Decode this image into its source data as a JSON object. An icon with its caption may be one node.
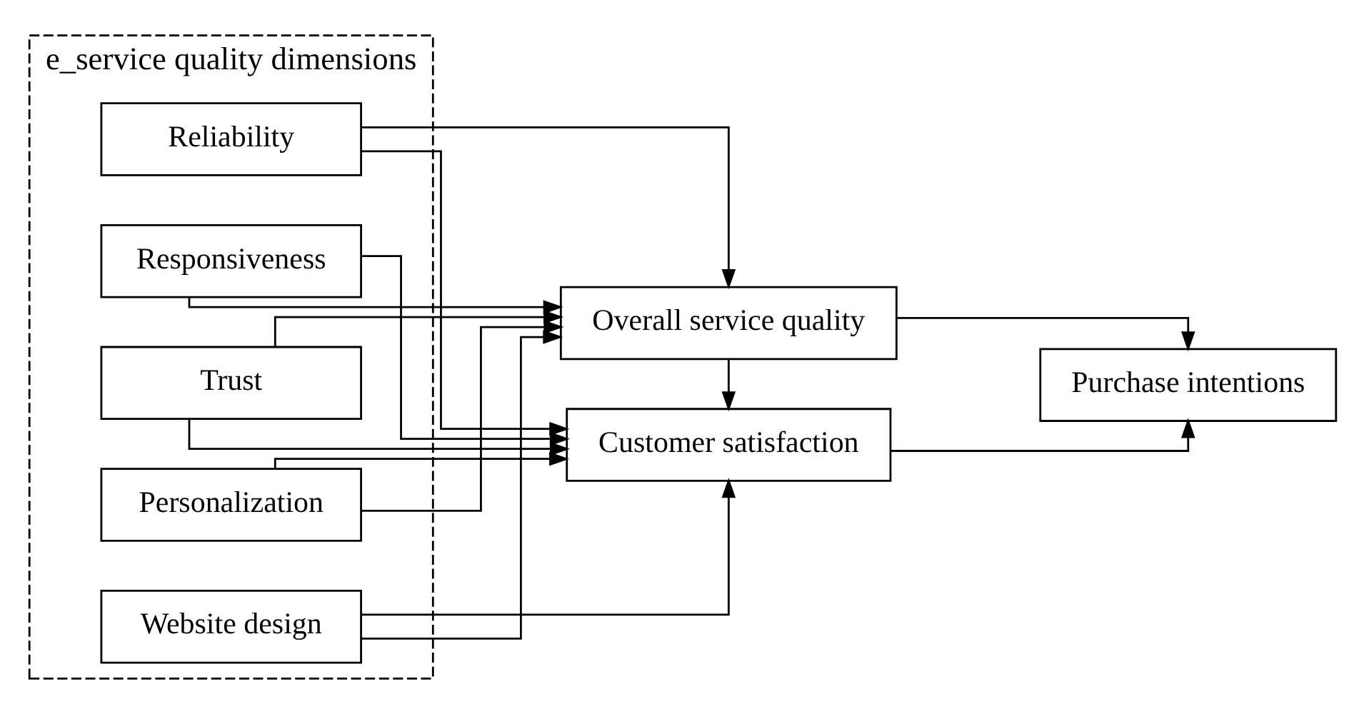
{
  "diagram": {
    "nodes": [
      {
        "text": [
          "e_service quality dimensions"
        ]
      },
      {
        "text": [
          "Website design"
        ],
        "in": 0
      },
      {
        "text": [
          "Reliability"
        ],
        "in": 0
      },
      {
        "text": [
          "Responsiveness"
        ],
        "in": 0
      },
      {
        "text": [
          "Trust"
        ],
        "in": 0
      },
      {
        "text": [
          "Personalization"
        ],
        "in": 0
      },
      {
        "text": [
          "Overall service quality"
        ]
      },
      {
        "text": [
          "Customer satisfaction"
        ]
      },
      {
        "text": [
          "Purchase intentions"
        ]
      }
    ],
    "edges": [
      {
        "from": 1,
        "to": 6,
        "arrow": "to"
      },
      {
        "from": 1,
        "to": 7,
        "arrow": "to"
      },
      {
        "from": 2,
        "to": 6,
        "arrow": "to"
      },
      {
        "from": 2,
        "to": 7,
        "arrow": "to"
      },
      {
        "from": 3,
        "to": 6,
        "arrow": "to"
      },
      {
        "from": 3,
        "to": 7,
        "arrow": "to"
      },
      {
        "from": 4,
        "to": 6,
        "arrow": "to"
      },
      {
        "from": 4,
        "to": 7,
        "arrow": "to"
      },
      {
        "from": 5,
        "to": 6,
        "arrow": "to"
      },
      {
        "from": 5,
        "to": 7,
        "arrow": "to"
      },
      {
        "from": 6,
        "to": 7,
        "arrow": "to"
      },
      {
        "from": 6,
        "to": 8,
        "arrow": "to"
      },
      {
        "from": 7,
        "to": 8,
        "arrow": "to"
      }
    ]
  }
}
